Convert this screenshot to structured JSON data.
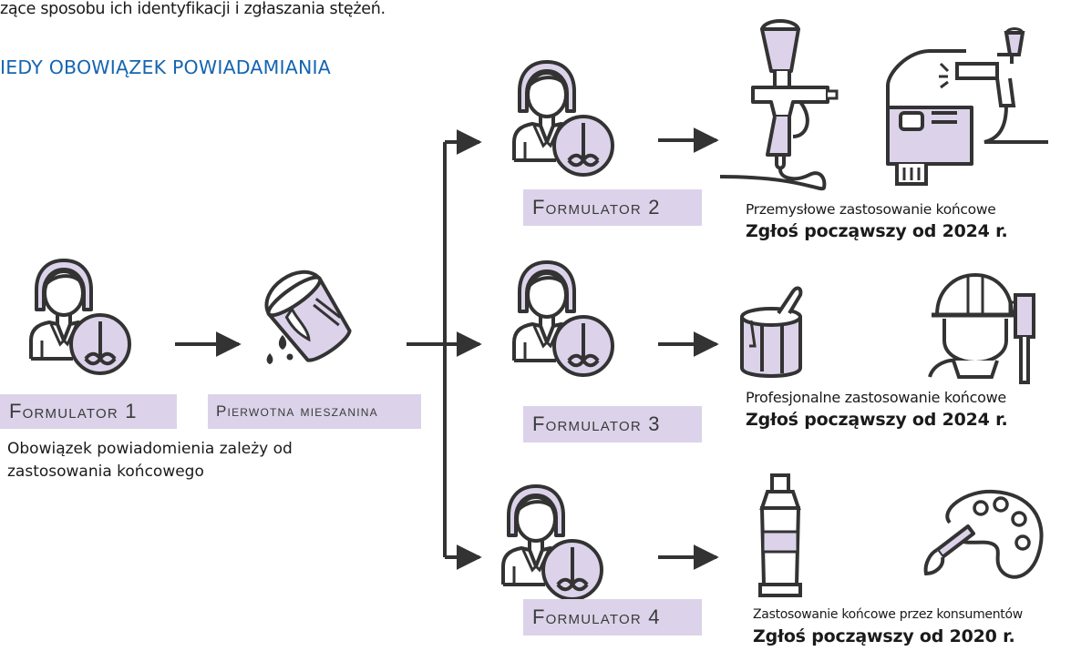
{
  "intro": "zące sposobu ich identyfikacji i zgłaszania stężeń.",
  "heading": "IEDY OBOWIĄZEK POWIADAMIANIA",
  "formulators": [
    {
      "label": "Formulator 1"
    },
    {
      "label": "Formulator 2"
    },
    {
      "label": "Formulator 3"
    },
    {
      "label": "Formulator 4"
    }
  ],
  "primary_mixture": "Pierwotna mieszanina",
  "notice": "Obowiązek powiadomienia zależy od zastosowania końcowego",
  "end_uses": [
    {
      "label": "Przemysłowe zastosowanie końcowe",
      "report": "Zgłoś począwszy od 2024 r."
    },
    {
      "label": "Profesjonalne zastosowanie końcowe",
      "report": "Zgłoś począwszy od 2024 r."
    },
    {
      "label": "Zastosowanie końcowe przez konsumentów",
      "report": "Zgłoś począwszy od 2020 r."
    }
  ],
  "colors": {
    "accent": "#dcd3ea",
    "heading": "#1565b0",
    "line": "#333333",
    "report": "#111111"
  },
  "icons": [
    "woman-formulator-icon",
    "mixing-vessel-icon",
    "paint-bucket-icon",
    "spray-gun-icon",
    "car-painting-icon",
    "paint-can-icon",
    "painter-worker-icon",
    "paint-tube-icon",
    "palette-brush-icon"
  ]
}
